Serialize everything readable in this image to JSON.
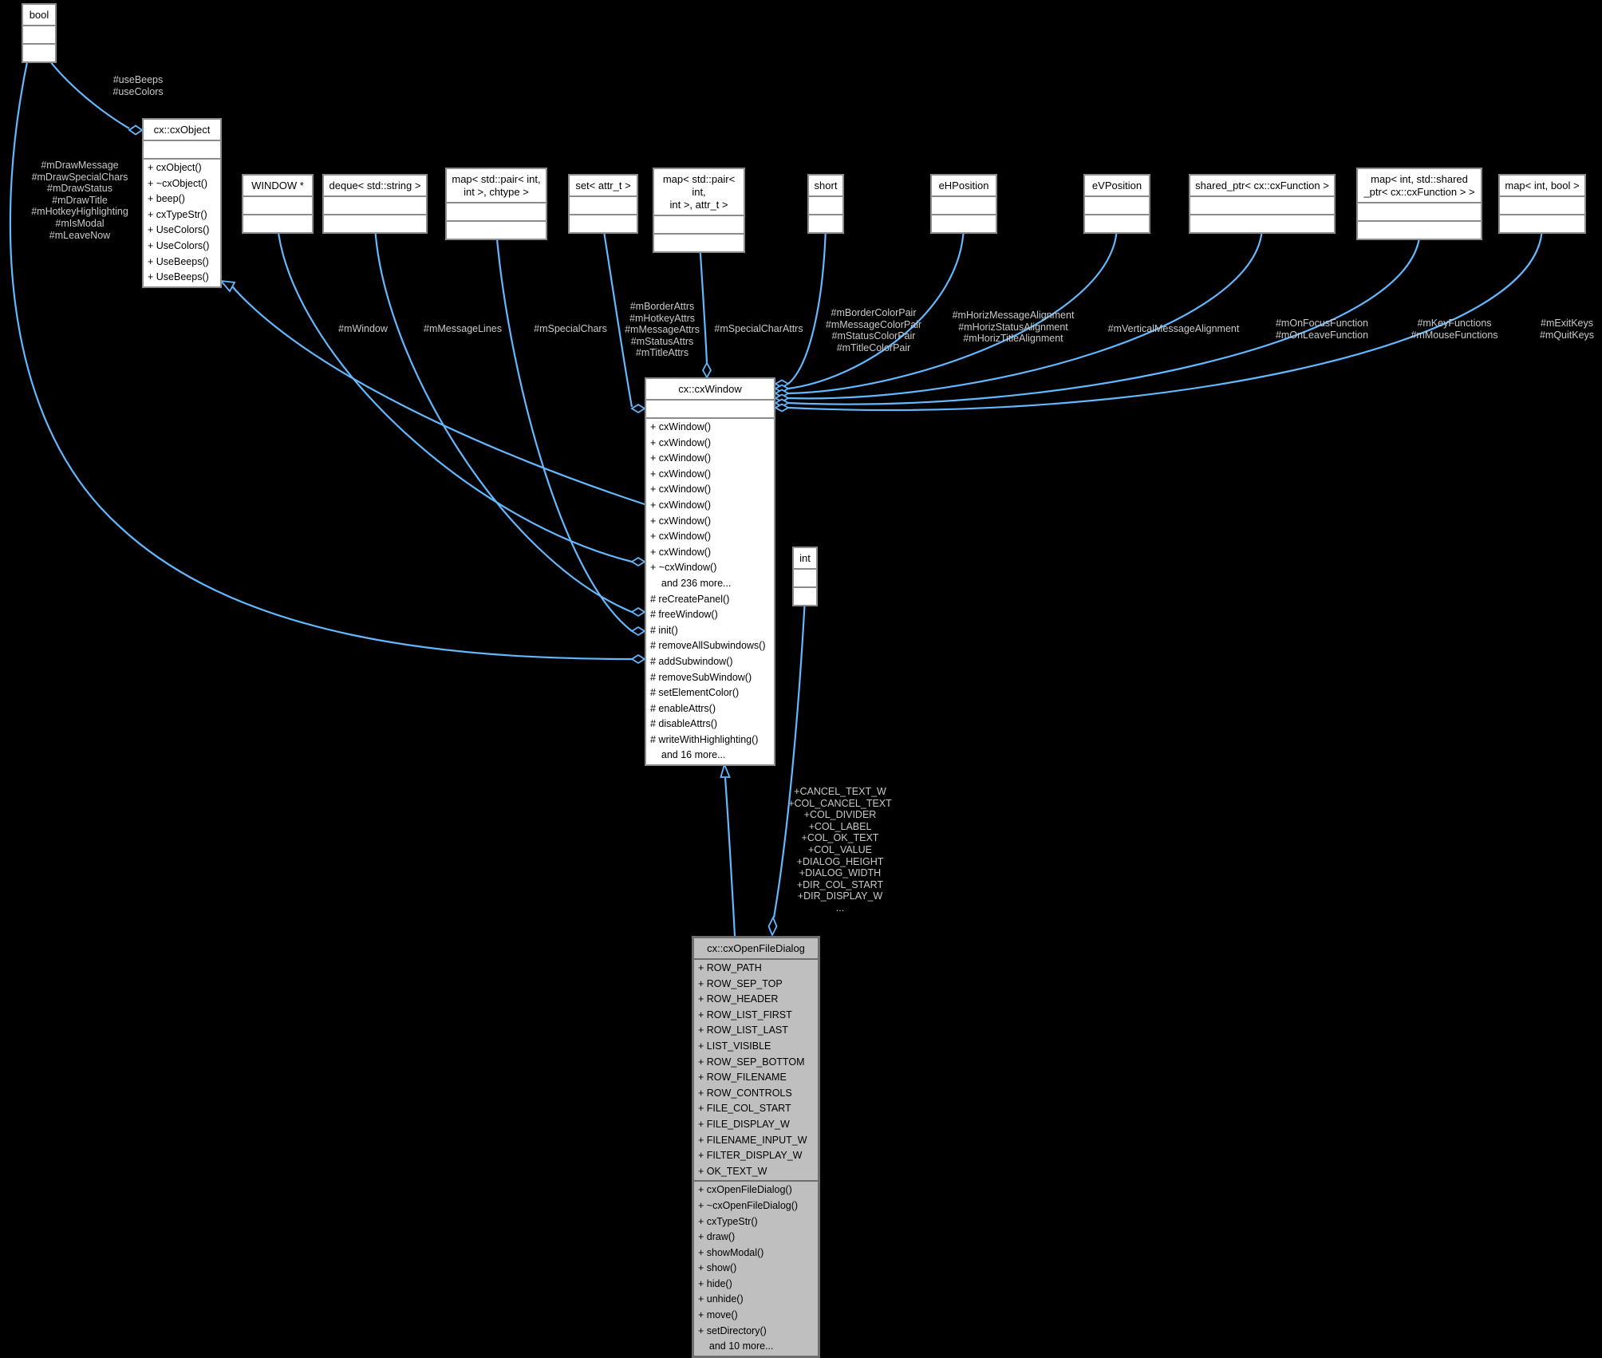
{
  "colors": {
    "background": "#000000",
    "edge": "#63b8ff",
    "edge_label": "#c9c9c9",
    "box_bg": "#ffffff",
    "box_border": "#8c8c8c",
    "focus_box_bg": "#bfbfbf",
    "focus_box_border": "#6e6e6e"
  },
  "classes": {
    "bool_t": {
      "title": "bool",
      "attributes": [],
      "methods": []
    },
    "cx_object": {
      "title": "cx::cxObject",
      "attributes": [],
      "methods": [
        "+ cxObject()",
        "+ ~cxObject()",
        "+ beep()",
        "+ cxTypeStr()",
        "+ UseColors()",
        "+ UseColors()",
        "+ UseBeeps()",
        "+ UseBeeps()"
      ]
    },
    "win_ptr": {
      "title": "WINDOW *",
      "attributes": [],
      "methods": []
    },
    "deque_str": {
      "title": "deque< std::string >",
      "attributes": [],
      "methods": []
    },
    "map_chtype": {
      "title": "map< std::pair< int,\nint >, chtype >",
      "attributes": [],
      "methods": []
    },
    "set_attr": {
      "title": "set< attr_t >",
      "attributes": [],
      "methods": []
    },
    "map_attr": {
      "title": "map< std::pair< int,\nint >, attr_t >",
      "attributes": [],
      "methods": []
    },
    "short_t": {
      "title": "short",
      "attributes": [],
      "methods": []
    },
    "e_h_position": {
      "title": "eHPosition",
      "attributes": [],
      "methods": []
    },
    "e_v_position": {
      "title": "eVPosition",
      "attributes": [],
      "methods": []
    },
    "shared_ptr": {
      "title": "shared_ptr< cx::cxFunction >",
      "attributes": [],
      "methods": []
    },
    "map_func": {
      "title": "map< int, std::shared\n_ptr< cx::cxFunction > >",
      "attributes": [],
      "methods": []
    },
    "map_bool": {
      "title": "map< int, bool >",
      "attributes": [],
      "methods": []
    },
    "int_t": {
      "title": "int",
      "attributes": [],
      "methods": []
    },
    "cx_window": {
      "title": "cx::cxWindow",
      "attributes": [],
      "methods": [
        "+ cxWindow()",
        "+ cxWindow()",
        "+ cxWindow()",
        "+ cxWindow()",
        "+ cxWindow()",
        "+ cxWindow()",
        "+ cxWindow()",
        "+ cxWindow()",
        "+ cxWindow()",
        "+ ~cxWindow()",
        "    and 236 more...",
        "# reCreatePanel()",
        "# freeWindow()",
        "# init()",
        "# removeAllSubwindows()",
        "# addSubwindow()",
        "# removeSubWindow()",
        "# setElementColor()",
        "# enableAttrs()",
        "# disableAttrs()",
        "# writeWithHighlighting()",
        "    and 16 more..."
      ]
    },
    "cx_open_file_dialog": {
      "title": "cx::cxOpenFileDialog",
      "attributes": [
        "+ ROW_PATH",
        "+ ROW_SEP_TOP",
        "+ ROW_HEADER",
        "+ ROW_LIST_FIRST",
        "+ ROW_LIST_LAST",
        "+ LIST_VISIBLE",
        "+ ROW_SEP_BOTTOM",
        "+ ROW_FILENAME",
        "+ ROW_CONTROLS",
        "+ FILE_COL_START",
        "+ FILE_DISPLAY_W",
        "+ FILENAME_INPUT_W",
        "+ FILTER_DISPLAY_W",
        "+ OK_TEXT_W"
      ],
      "methods": [
        "+ cxOpenFileDialog()",
        "+ ~cxOpenFileDialog()",
        "+ cxTypeStr()",
        "+ draw()",
        "+ showModal()",
        "+ show()",
        "+ hide()",
        "+ unhide()",
        "+ move()",
        "+ setDirectory()",
        "    and 10 more..."
      ]
    }
  },
  "edge_labels": {
    "use_beeps": "#useBeeps\n#useColors",
    "draw_flags": "#mDrawMessage\n#mDrawSpecialChars\n#mDrawStatus\n#mDrawTitle\n#mHotkeyHighlighting\n#mIsModal\n#mLeaveNow",
    "m_window": "#mWindow",
    "m_message_lines": "#mMessageLines",
    "m_special_chars": "#mSpecialChars",
    "m_attrs": "#mBorderAttrs\n#mHotkeyAttrs\n#mMessageAttrs\n#mStatusAttrs\n#mTitleAttrs",
    "m_special_char_attrs": "#mSpecialCharAttrs",
    "m_color_pairs": "#mBorderColorPair\n#mMessageColorPair\n#mStatusColorPair\n#mTitleColorPair",
    "m_horiz_alignments": "#mHorizMessageAlignment\n#mHorizStatusAlignment\n#mHorizTitleAlignment",
    "m_vertical_alignment": "#mVerticalMessageAlignment",
    "m_focus_functions": "#mOnFocusFunction\n#mOnLeaveFunction",
    "m_key_functions": "#mKeyFunctions\n#mMouseFunctions",
    "m_exit_keys": "#mExitKeys\n#mQuitKeys",
    "dialog_constants": "+CANCEL_TEXT_W\n+COL_CANCEL_TEXT\n+COL_DIVIDER\n+COL_LABEL\n+COL_OK_TEXT\n+COL_VALUE\n+DIALOG_HEIGHT\n+DIALOG_WIDTH\n+DIR_COL_START\n+DIR_DISPLAY_W\n..."
  }
}
